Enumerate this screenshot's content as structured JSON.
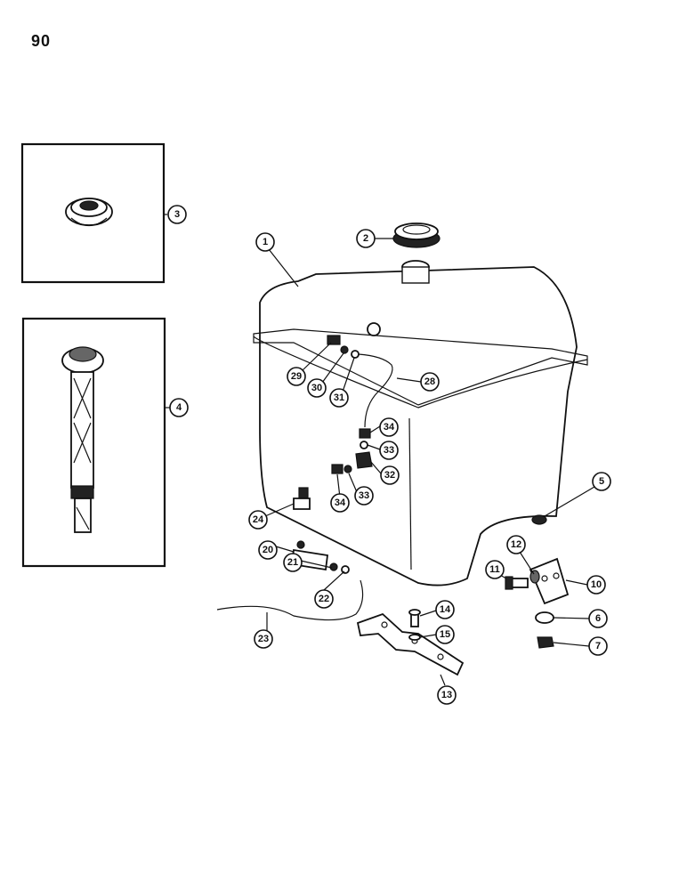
{
  "page": {
    "number": "90"
  },
  "callouts": [
    {
      "id": "c1",
      "label": "1"
    },
    {
      "id": "c2",
      "label": "2"
    },
    {
      "id": "c3",
      "label": "3"
    },
    {
      "id": "c4",
      "label": "4"
    },
    {
      "id": "c5",
      "label": "5"
    },
    {
      "id": "c6",
      "label": "6"
    },
    {
      "id": "c7",
      "label": "7"
    },
    {
      "id": "c10",
      "label": "10"
    },
    {
      "id": "c11",
      "label": "11"
    },
    {
      "id": "c12",
      "label": "12"
    },
    {
      "id": "c13",
      "label": "13"
    },
    {
      "id": "c14",
      "label": "14"
    },
    {
      "id": "c15",
      "label": "15"
    },
    {
      "id": "c20",
      "label": "20"
    },
    {
      "id": "c21",
      "label": "21"
    },
    {
      "id": "c22",
      "label": "22"
    },
    {
      "id": "c23",
      "label": "23"
    },
    {
      "id": "c24",
      "label": "24"
    },
    {
      "id": "c28",
      "label": "28"
    },
    {
      "id": "c29",
      "label": "29"
    },
    {
      "id": "c30",
      "label": "30"
    },
    {
      "id": "c31",
      "label": "31"
    },
    {
      "id": "c32",
      "label": "32"
    },
    {
      "id": "c33a",
      "label": "33"
    },
    {
      "id": "c33b",
      "label": "33"
    },
    {
      "id": "c34a",
      "label": "34"
    },
    {
      "id": "c34b",
      "label": "34"
    }
  ]
}
